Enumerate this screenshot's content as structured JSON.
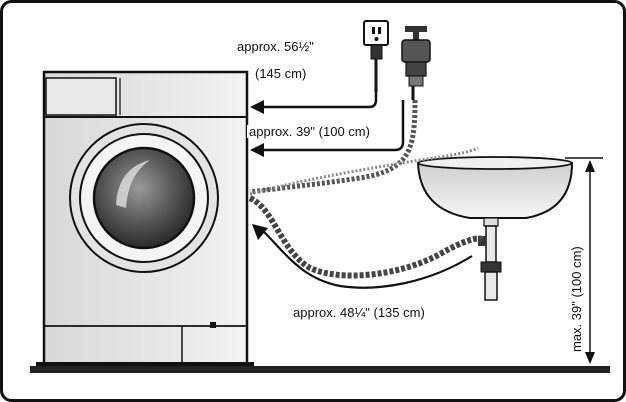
{
  "labels": {
    "power": "approx. 56½\"",
    "power_metric": "(145 cm)",
    "inlet": "approx. 39\" (100 cm)",
    "drain": "approx. 48¼\" (135 cm)",
    "max_height": "max. 39\" (100 cm)"
  },
  "icons": [
    "washing-machine-icon",
    "wall-outlet-icon",
    "water-tap-icon",
    "sink-icon"
  ],
  "colors": {
    "line": "#111111",
    "fill_light": "#e6e6e6",
    "fill_dark": "#555555"
  }
}
